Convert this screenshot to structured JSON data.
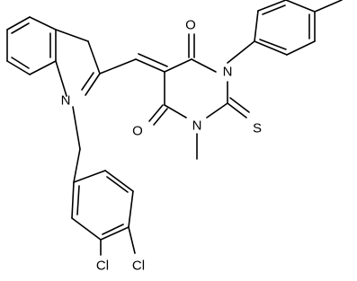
{
  "molecule": {
    "atoms": {
      "n_indole": "N",
      "o_top": "O",
      "n_right": "N",
      "s": "S",
      "n_left": "N",
      "o_bottom": "O",
      "cl_left": "Cl",
      "cl_right": "Cl"
    }
  }
}
